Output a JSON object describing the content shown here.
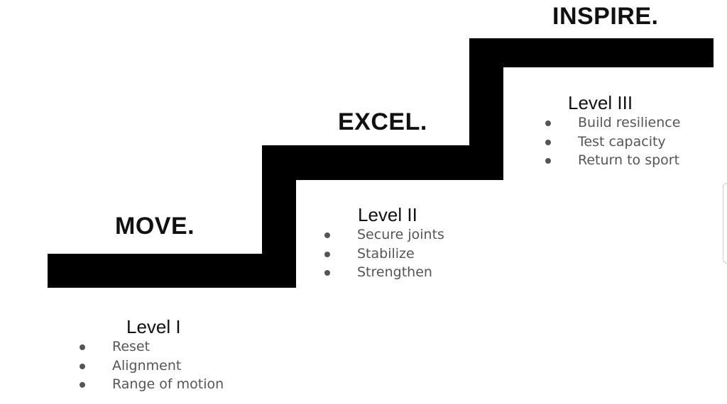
{
  "stages": [
    {
      "title": "MOVE.",
      "level": "Level I",
      "items": [
        "Reset",
        "Alignment",
        "Range of motion"
      ]
    },
    {
      "title": "EXCEL.",
      "level": "Level II",
      "items": [
        "Secure joints",
        "Stabilize",
        "Strengthen"
      ]
    },
    {
      "title": "INSPIRE.",
      "level": "Level III",
      "items": [
        "Build resilience",
        "Test capacity",
        "Return to sport"
      ]
    }
  ],
  "colors": {
    "stair": "#000000",
    "title": "#111111",
    "bullet_text": "#555555"
  }
}
